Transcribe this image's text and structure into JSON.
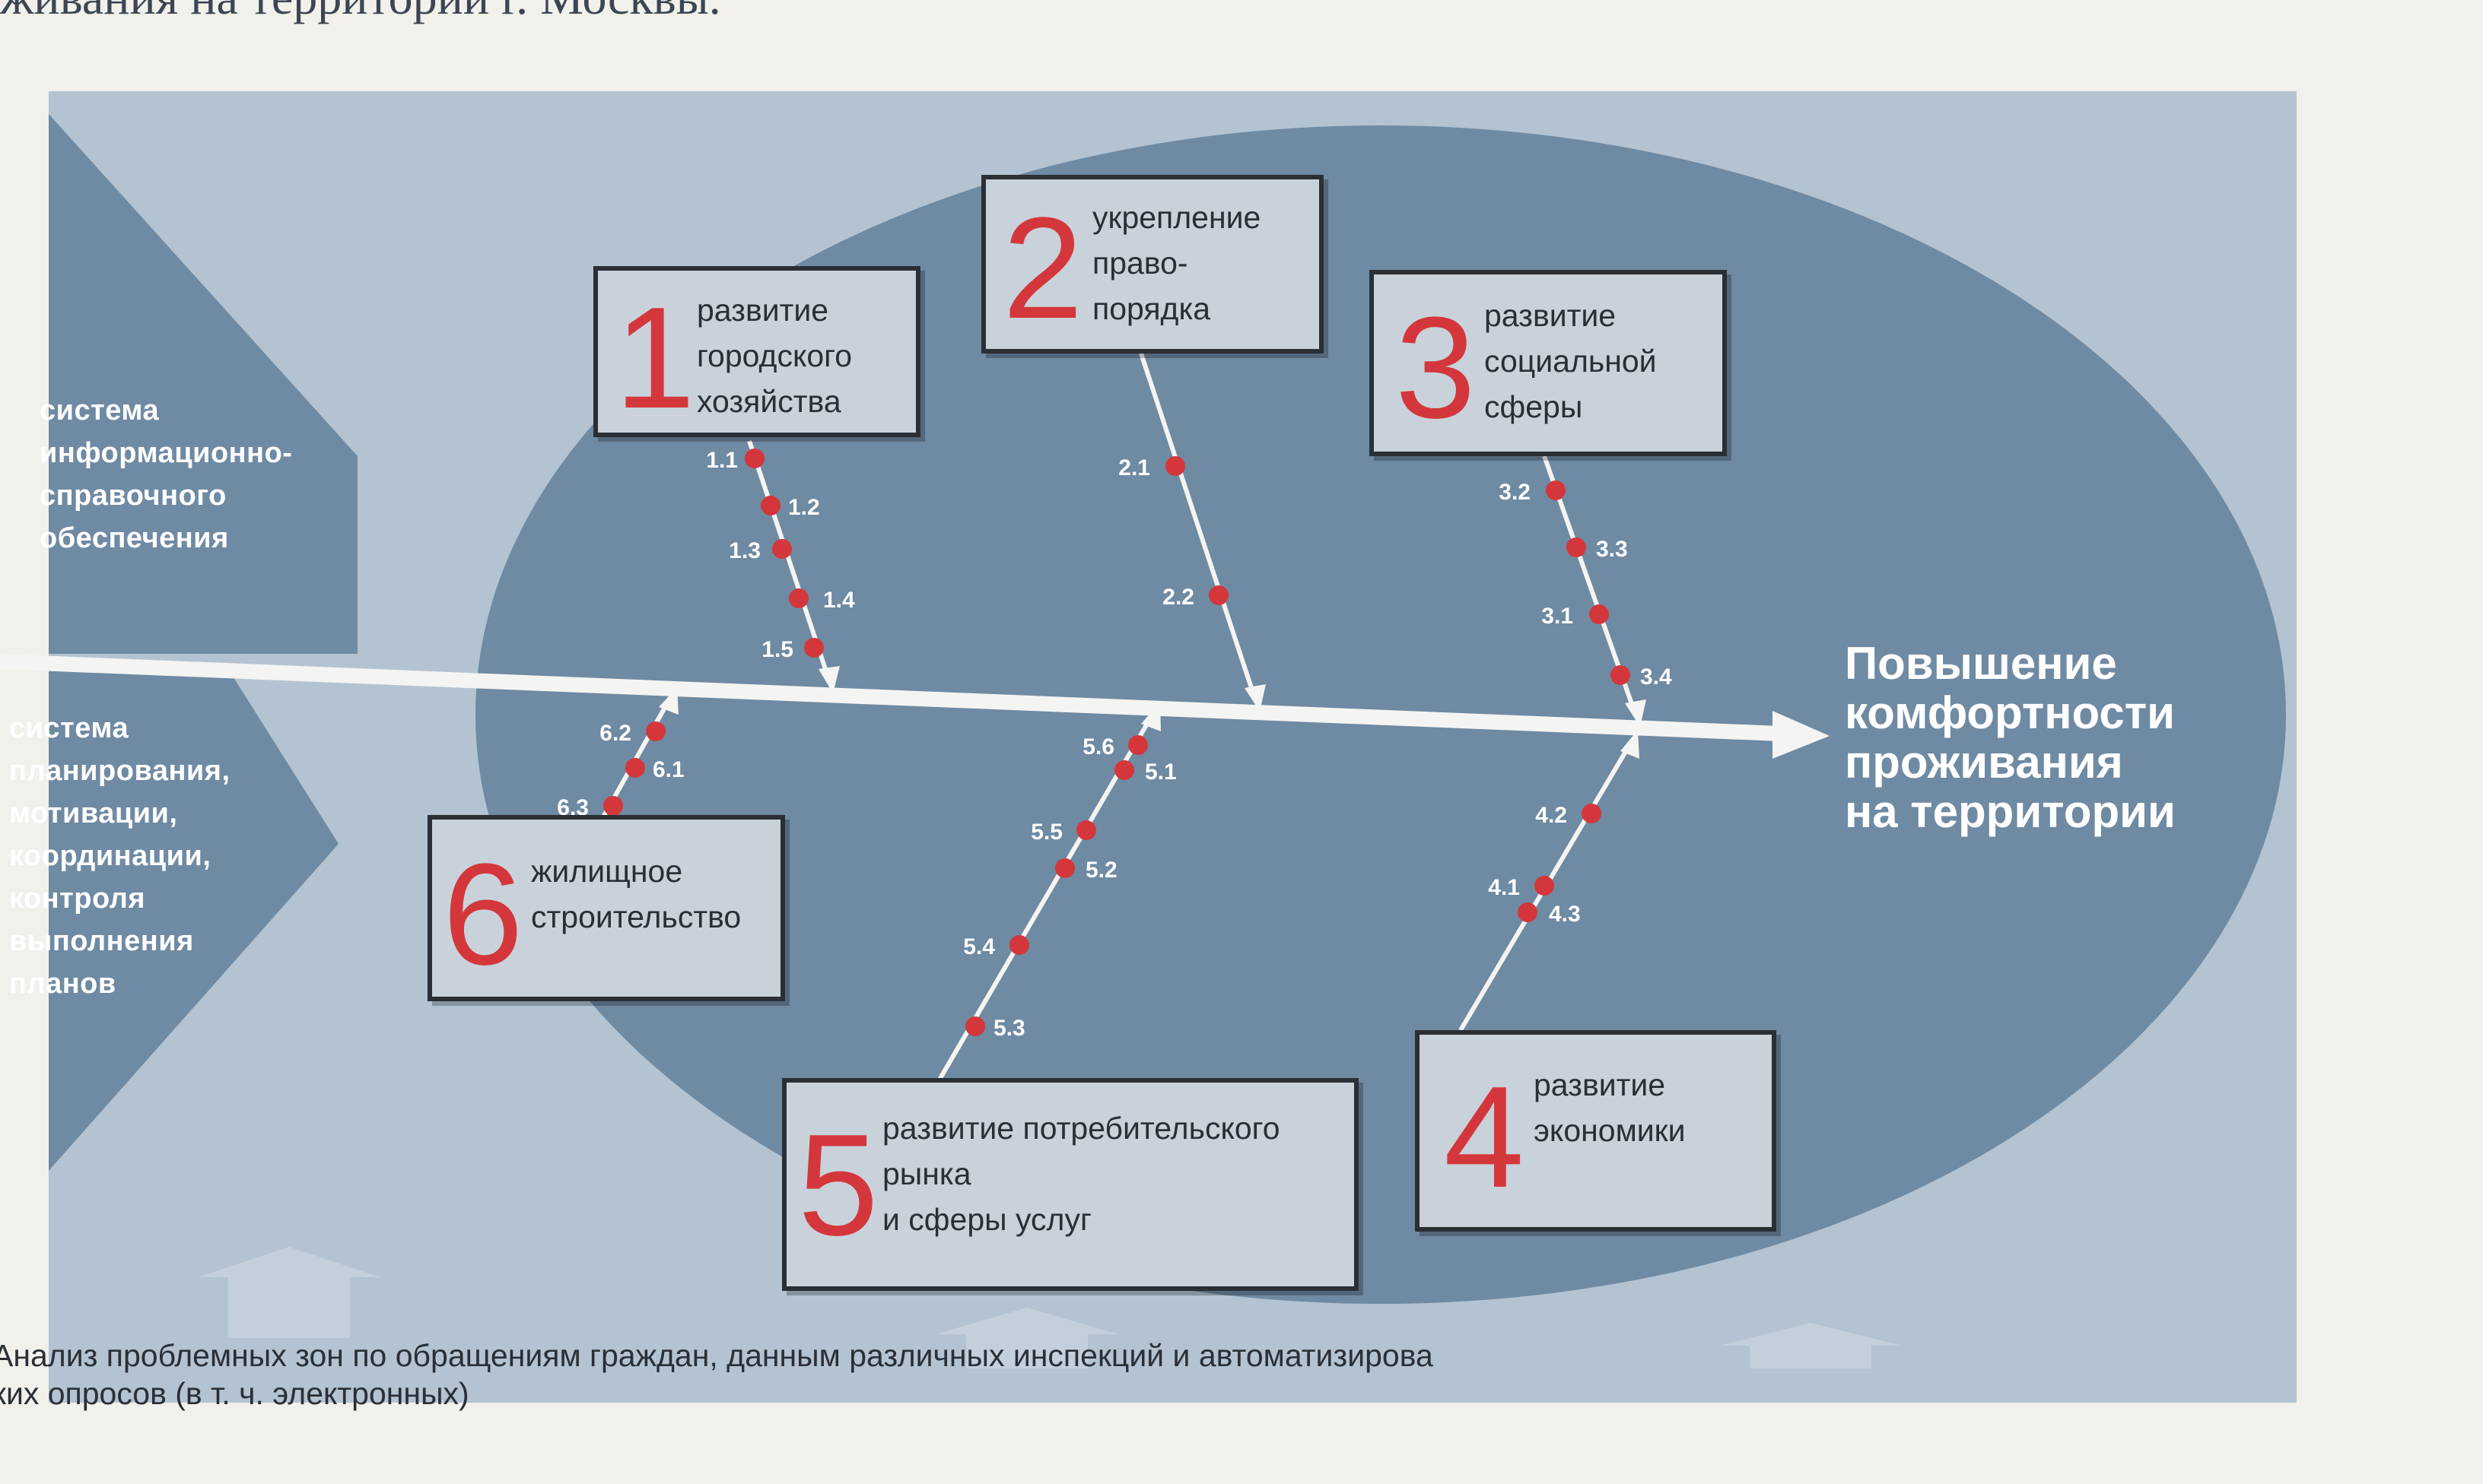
{
  "top_text": "живания на территории г. Москвы.",
  "left_labels": {
    "upper": "система\nинформационно-\nсправочного\nобеспечения",
    "lower": "система\nпланирования,\nмотивации,\nкоординации,\nконтроля\nвыполнения\nпланов"
  },
  "goal": "Повышение\nкомфортности\nпроживания\nна территории",
  "boxes": [
    {
      "number": "1",
      "text": "развитие\nгородского\nхозяйства"
    },
    {
      "number": "2",
      "text": "укрепление\nправо-\nпорядка"
    },
    {
      "number": "3",
      "text": "развитие\nсоциальной\nсферы"
    },
    {
      "number": "4",
      "text": "развитие\nэкономики"
    },
    {
      "number": "5",
      "text": "развитие потребительского\nрынка\nи сферы услуг"
    },
    {
      "number": "6",
      "text": "жилищное\nстроительство"
    }
  ],
  "branches": [
    {
      "points": [
        "1.1",
        "1.2",
        "1.3",
        "1.4",
        "1.5"
      ]
    },
    {
      "points": [
        "2.1",
        "2.2"
      ]
    },
    {
      "points": [
        "3.2",
        "3.3",
        "3.1",
        "3.4"
      ]
    },
    {
      "points": [
        "4.2",
        "4.1",
        "4.3"
      ]
    },
    {
      "points": [
        "5.6",
        "5.1",
        "5.5",
        "5.2",
        "5.4",
        "5.3"
      ]
    },
    {
      "points": [
        "6.2",
        "6.1",
        "6.3"
      ]
    }
  ],
  "caption": "Анализ проблемных зон по обращениям граждан, данным различных инспекций и автоматизирова\nких опросов (в т. ч. электронных)",
  "colors": {
    "panel": "#b3c3d1",
    "fish_body": "#6f8aa3",
    "box_fill": "#c9d2db",
    "accent_red": "#d3373b",
    "axis": "#f4f4f2"
  }
}
